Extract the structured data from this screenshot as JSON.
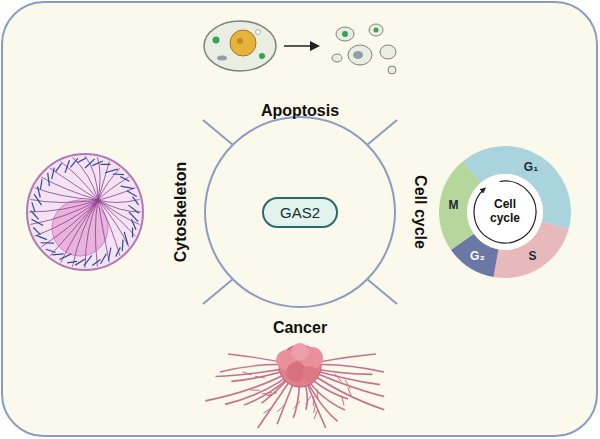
{
  "diagram": {
    "nodes": [
      {
        "text": [
          "GAS2"
        ]
      },
      {
        "text": [
          "G₁",
          "S",
          "G₂",
          "M"
        ]
      },
      {
        "text": [
          "Cell cycle"
        ],
        "in": 1
      }
    ],
    "labels": [
      "Apoptosis",
      "Cytoskeleton",
      "Cell cycle",
      "Cancer"
    ]
  }
}
